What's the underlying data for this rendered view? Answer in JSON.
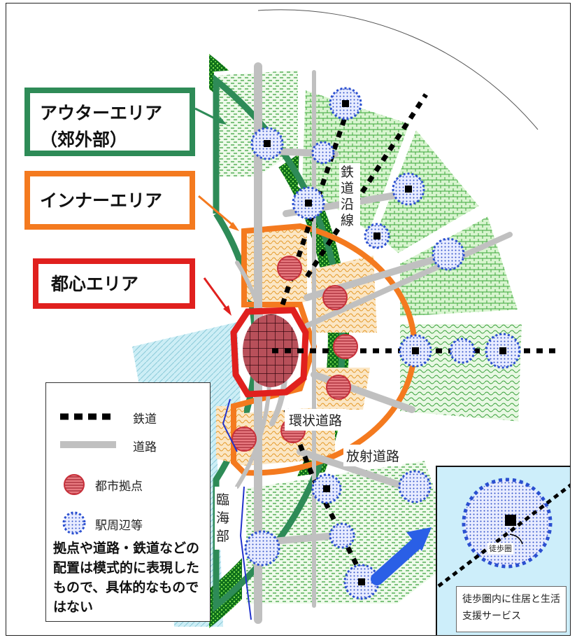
{
  "areas": {
    "outer": {
      "line1": "アウターエリア",
      "line2": "（郊外部）",
      "color": "#2e8b57"
    },
    "inner": {
      "label": "インナーエリア",
      "color": "#f47a1f"
    },
    "center": {
      "label": "都心エリア",
      "color": "#e0201e"
    }
  },
  "map_labels": {
    "railway_line": "鉄道沿線",
    "ring_road": "環状道路",
    "radial_road": "放射道路",
    "waterfront": "臨海部"
  },
  "legend": {
    "railway": "鉄道",
    "road": "道路",
    "city_hub": "都市拠点",
    "station_area": "駅周辺等",
    "note": "拠点や道路・鉄道などの配置は模式的に表現したもので、具体的なものではない"
  },
  "inset": {
    "walking_zone": "徒歩圏",
    "caption": "徒歩圏内に住居と生活支援サービス"
  },
  "colors": {
    "outer_band": "#3fbf2f",
    "outer_line": "#2e8b57",
    "inner_line": "#f47a1f",
    "center_line": "#e0201e",
    "hub": "#c8303a",
    "station": "#2a4fd0",
    "road": "#c0c0c0",
    "rail": "#000000",
    "arrow": "#2a5fe6",
    "water": "#bfe7f2"
  },
  "icons": [
    "railway-icon",
    "road-icon",
    "city-hub-icon",
    "station-area-icon",
    "arrow-icon"
  ]
}
